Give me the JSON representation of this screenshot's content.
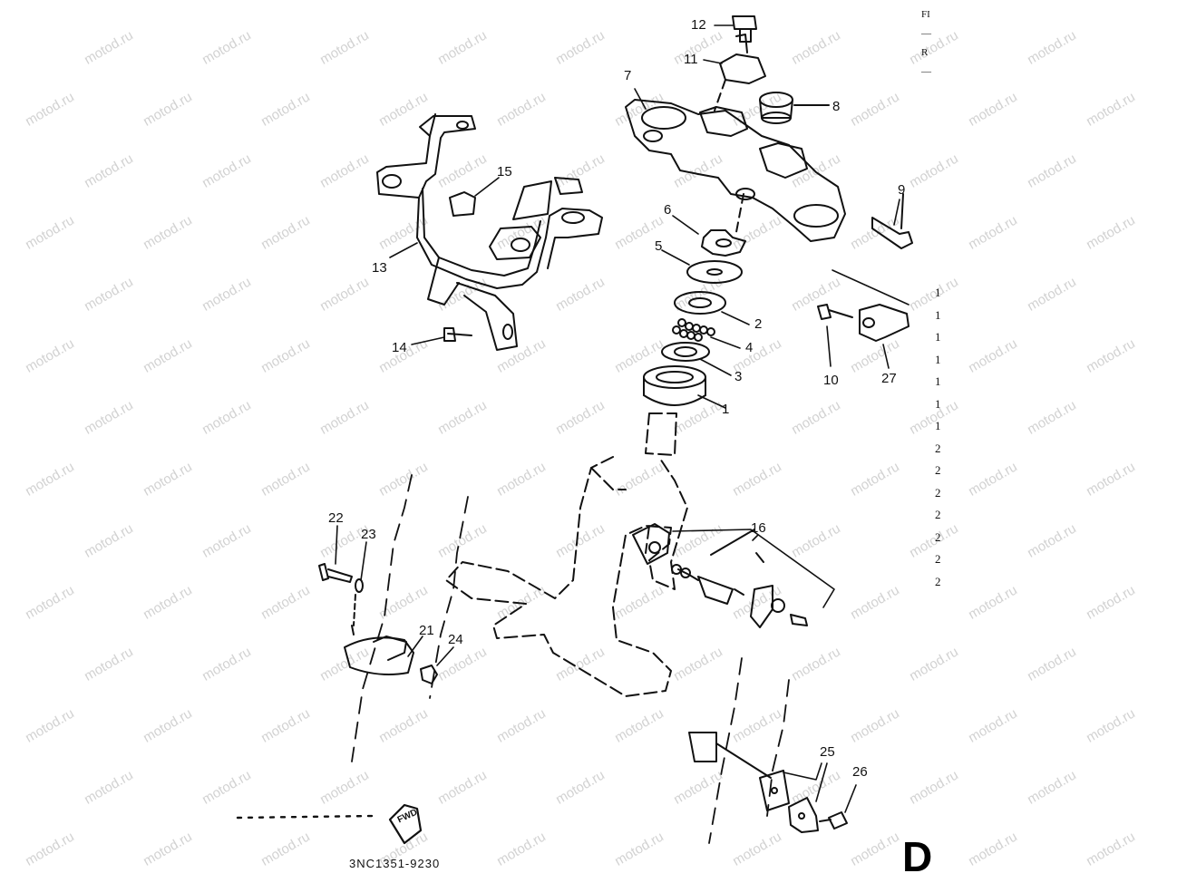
{
  "watermark": "motod.ru",
  "labels": {
    "p1": "1",
    "p2": "2",
    "p3": "3",
    "p4": "4",
    "p5": "5",
    "p6": "6",
    "p7": "7",
    "p8": "8",
    "p9": "9",
    "p10": "10",
    "p11": "11",
    "p12": "12",
    "p13": "13",
    "p14": "14",
    "p15": "15",
    "p16": "16",
    "p21": "21",
    "p22": "22",
    "p23": "23",
    "p24": "24",
    "p25": "25",
    "p26": "26",
    "p27": "27"
  },
  "corner_text": [
    "FI",
    "—",
    "R",
    "—"
  ],
  "right_edge_digits": [
    "1",
    "1",
    "1",
    "1",
    "1",
    "1",
    "1",
    "2",
    "2",
    "2",
    "2",
    "2",
    "2",
    "2"
  ],
  "fwd_label": "FWD",
  "drawing_code": "3NC1351-9230",
  "section_letter": "D",
  "colors": {
    "ink": "#111111",
    "watermark": "#d2d2d2",
    "background": "#ffffff"
  }
}
